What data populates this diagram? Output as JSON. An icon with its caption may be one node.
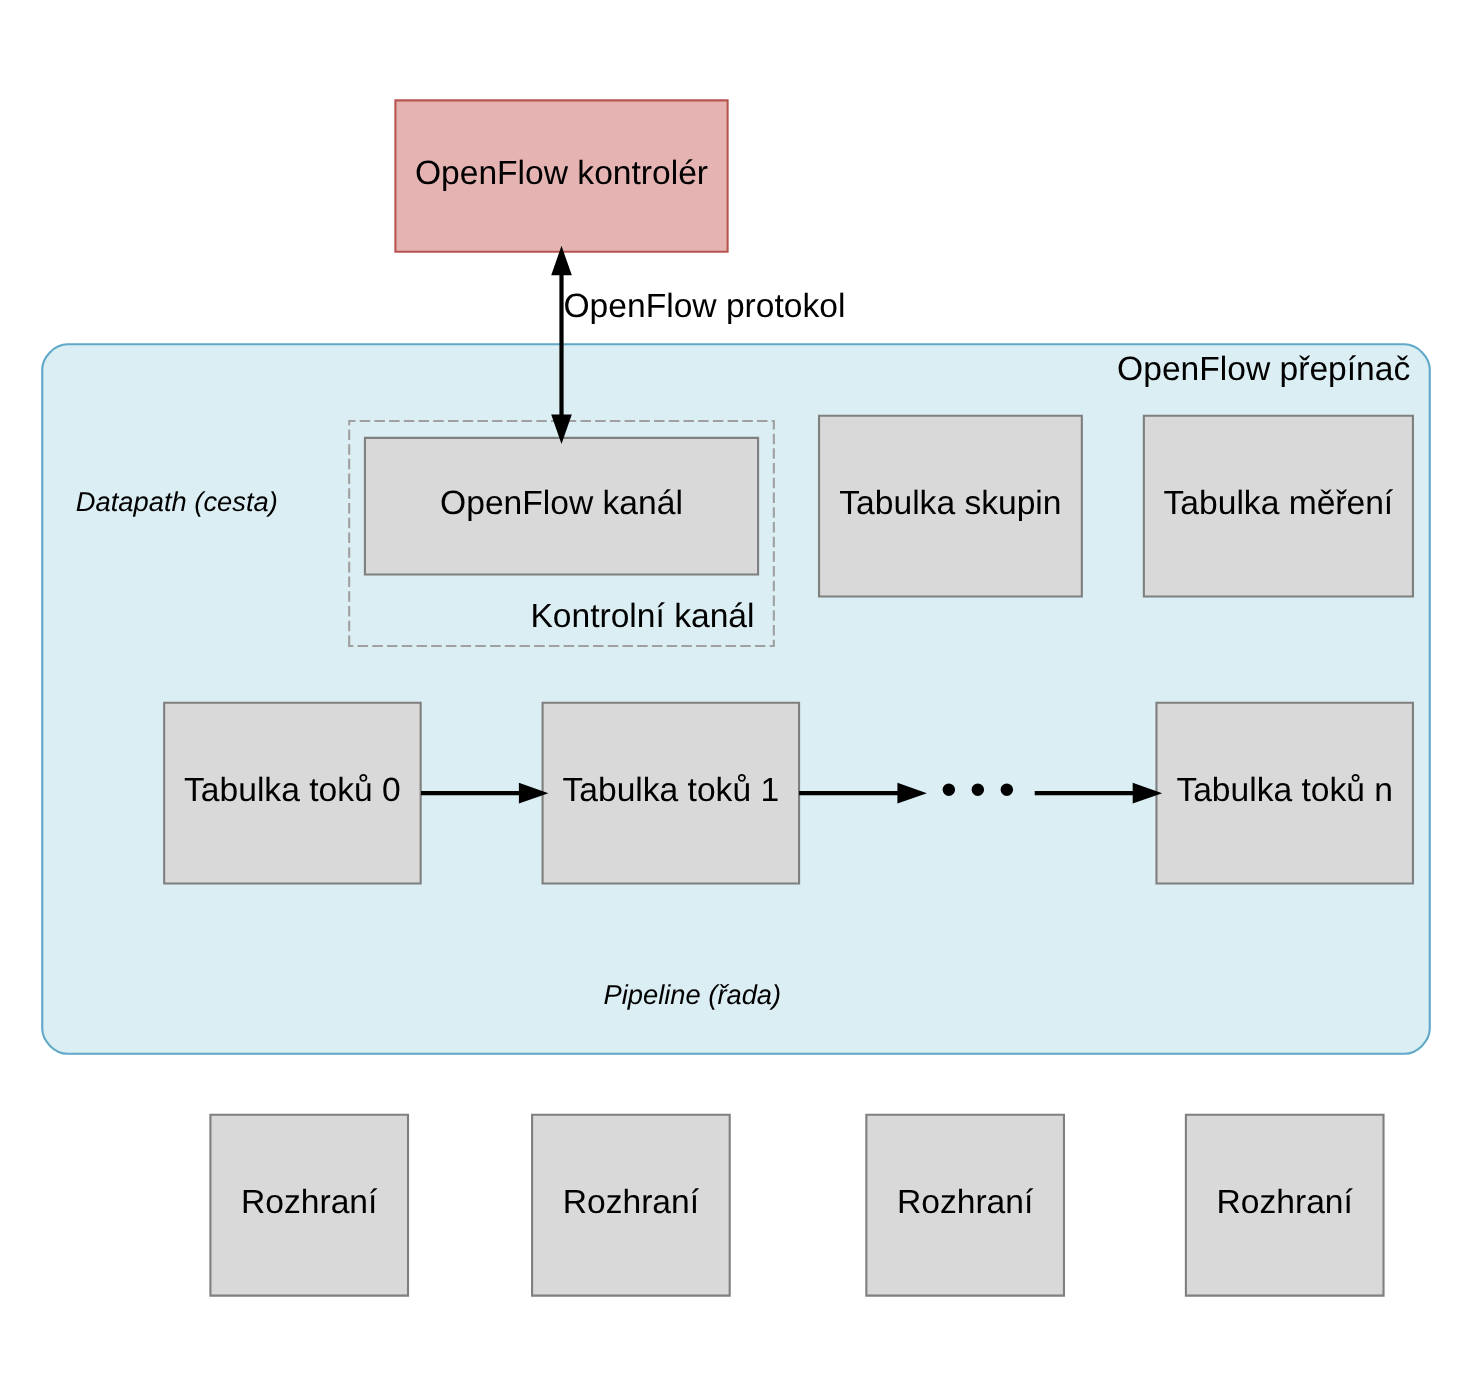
{
  "diagram": {
    "nodes": [
      {
        "text": [
          "OpenFlow kontrolér"
        ]
      },
      {
        "text": [
          "OpenFlow přepínač"
        ]
      },
      {
        "text": [
          "Kontrolní kanál"
        ],
        "in": 1
      },
      {
        "text": [
          "OpenFlow kanál"
        ],
        "in": 2
      },
      {
        "text": [
          "Tabulka skupin"
        ],
        "in": 1
      },
      {
        "text": [
          "Tabulka měření"
        ],
        "in": 1
      },
      {
        "text": [
          "Tabulka toků 0"
        ],
        "in": 1
      },
      {
        "text": [
          "Tabulka toků 1"
        ],
        "in": 1
      },
      {
        "text": [
          "• • •"
        ],
        "in": 1
      },
      {
        "text": [
          "Tabulka toků n"
        ],
        "in": 1
      },
      {
        "text": [
          "Rozhraní"
        ]
      },
      {
        "text": [
          "Rozhraní"
        ]
      },
      {
        "text": [
          "Rozhraní"
        ]
      },
      {
        "text": [
          "Rozhraní"
        ]
      }
    ],
    "edges": [
      {
        "from": 0,
        "to": 3,
        "arrow": "both",
        "label": "OpenFlow protokol"
      },
      {
        "from": 6,
        "to": 7,
        "arrow": "to"
      },
      {
        "from": 7,
        "to": 8,
        "arrow": "to"
      },
      {
        "from": 8,
        "to": 9,
        "arrow": "to"
      }
    ],
    "labels": [
      "Datapath (cesta)",
      "Pipeline (řada)"
    ]
  }
}
